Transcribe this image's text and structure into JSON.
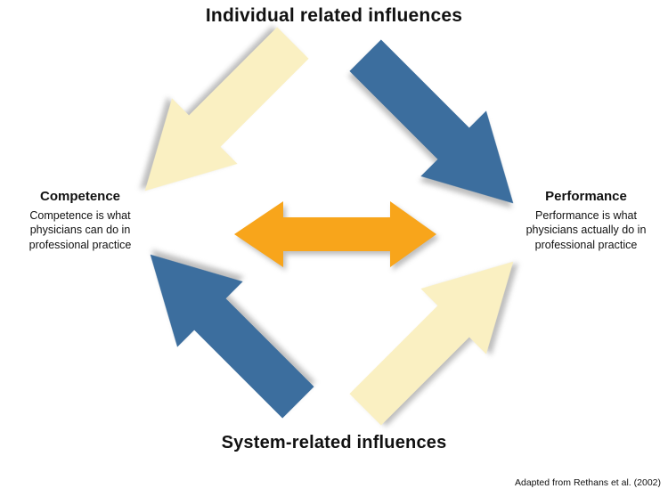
{
  "diagram": {
    "top_label": "Individual related influences",
    "bottom_label": "System-related influences",
    "left": {
      "title": "Competence",
      "description": "Competence is what physicians can do in professional practice"
    },
    "right": {
      "title": "Performance",
      "description": "Performance is what physicians actually do in professional practice"
    },
    "caption": "Adapted from Rethans et al. (2002)"
  },
  "colors": {
    "cream_arrow": "#FAF0C2",
    "blue_arrow": "#3C6E9E",
    "orange_arrow": "#F8A51B",
    "text": "#111111",
    "background": "#FFFFFF"
  }
}
